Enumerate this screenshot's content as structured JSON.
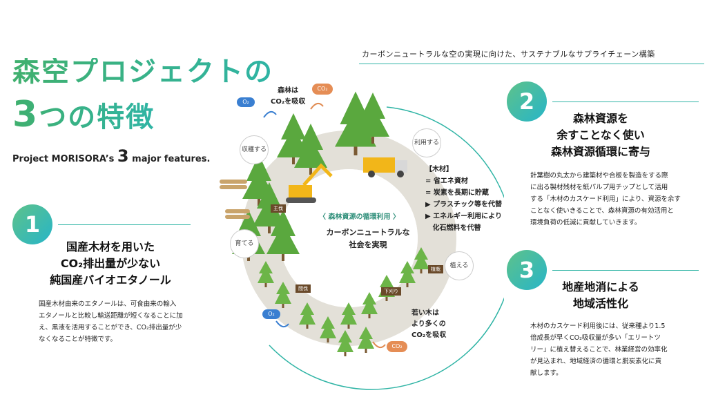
{
  "title": {
    "line1": "森空プロジェクトの",
    "line2_num": "3",
    "line2_rest": "つの特徴"
  },
  "subtitle_en": {
    "pre": "Project MORISORA’s ",
    "num": "3",
    "post": " major features."
  },
  "top_caption": "カーボンニュートラルな空の実現に向けた、サステナブルなサプライチェーン構築",
  "features": [
    {
      "num": "1",
      "heading": [
        "国産木材を用いた",
        "CO₂排出量が少ない",
        "純国産バイオエタノール"
      ],
      "body": [
        "国産木材由来のエタノールは、可食由来の輸入",
        "エタノールと比較し輸送距離が短くなることに加",
        "え、黒液を活用することができ、CO₂排出量が少",
        "なくなることが特徴です。"
      ]
    },
    {
      "num": "2",
      "heading": [
        "森林資源を",
        "余すことなく使い",
        "森林資源循環に寄与"
      ],
      "body": [
        "針葉樹の丸太から建築材や合板を製造をする際",
        "に出る製材残材を紙パルプ用チップとして活用",
        "する「木材のカスケード利用」により、資源を余す",
        "ことなく使いきることで、森林資源の有効活用と",
        "環境負荷の低減に貢献していきます。"
      ]
    },
    {
      "num": "3",
      "heading": [
        "地産地消による",
        "地域活性化"
      ],
      "body": [
        "木材のカスケード利用後には、従来種より1.5",
        "倍成長が早くCO₂吸収量が多い「エリートツ",
        "リー」に植え替えることで、林業経営の効率化",
        "が見込まれ、地域経済の循環と脱炭素化に貢",
        "献します。"
      ]
    }
  ],
  "diagram": {
    "forest_absorb": [
      "森林は",
      "CO₂を吸収"
    ],
    "young_absorb": [
      "若い木は",
      "より多くの",
      "CO₂を吸収"
    ],
    "o2": "O₂",
    "co2": "CO₂",
    "stages": {
      "harvest": "収穫する",
      "use": "利用する",
      "plant": "植える",
      "grow": "育てる"
    },
    "center_title": "〈 森林資源の循環利用 〉",
    "center_body": [
      "カーボンニュートラルな",
      "社会を実現"
    ],
    "wood_title": "【木材】",
    "wood_items": [
      "= 省エネ資材",
      "= 炭素を長期に貯蔵",
      "▶ プラスチック等を代替",
      "▶ エネルギー利用により",
      "   化石燃料を代替"
    ],
    "tags": {
      "main_cut": "主伐",
      "thinning": "間伐",
      "weeding": "下刈り",
      "planting": "植栽"
    }
  },
  "colors": {
    "accent": "#2fb4a5",
    "green": "#40b06e",
    "tree_dark": "#3f8f3a",
    "tree_light": "#6cb548",
    "ring": "#d9d6cf"
  }
}
